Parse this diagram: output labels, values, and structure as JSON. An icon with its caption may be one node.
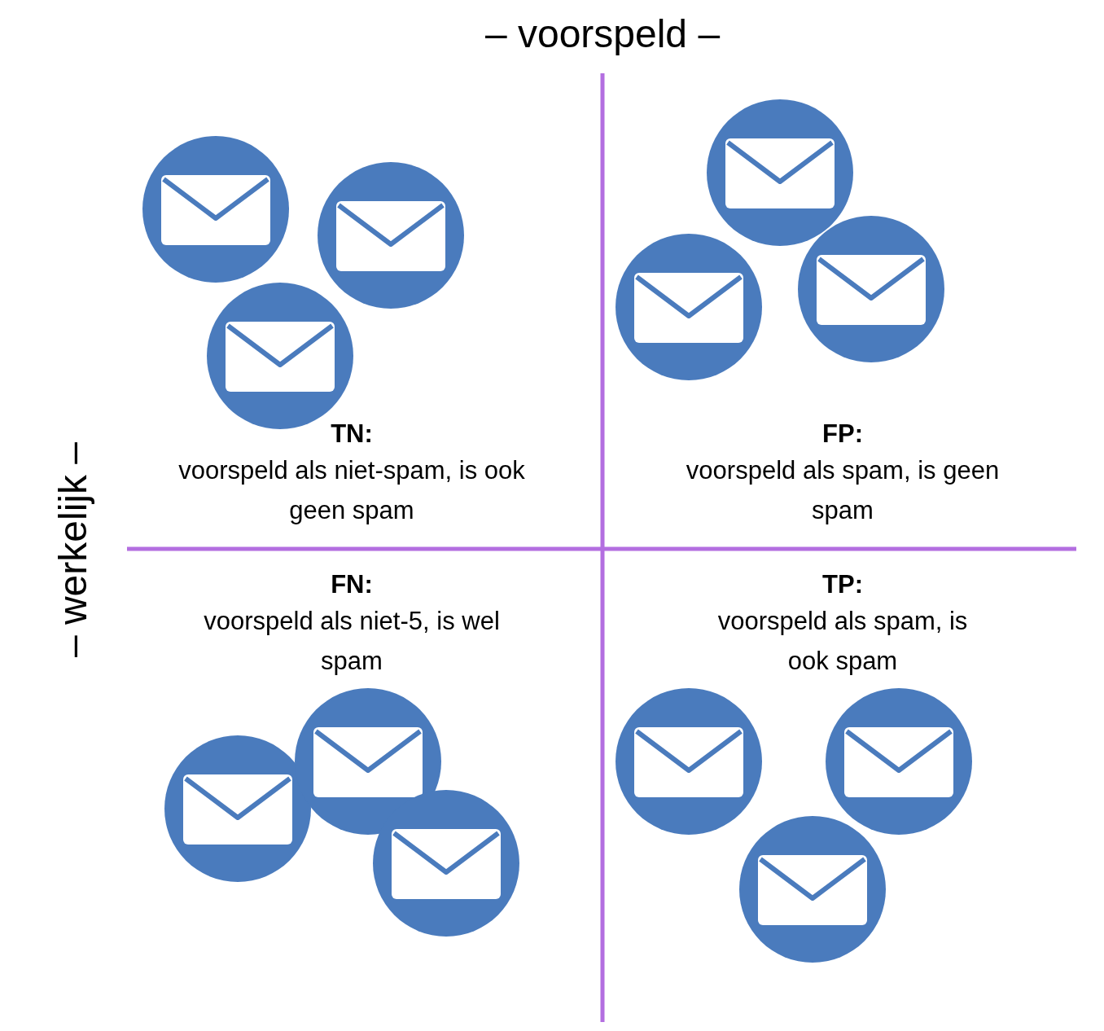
{
  "diagram": {
    "labels": [
      "– voorspeld –",
      "– werkelijk –",
      "TN:",
      "voorspeld als niet-spam, is ook geen spam",
      "FP:",
      "voorspeld als spam, is geen spam",
      "FN:",
      "voorspeld als niet-5, is wel spam",
      "TP:",
      "voorspeld als spam, is ook spam"
    ]
  }
}
